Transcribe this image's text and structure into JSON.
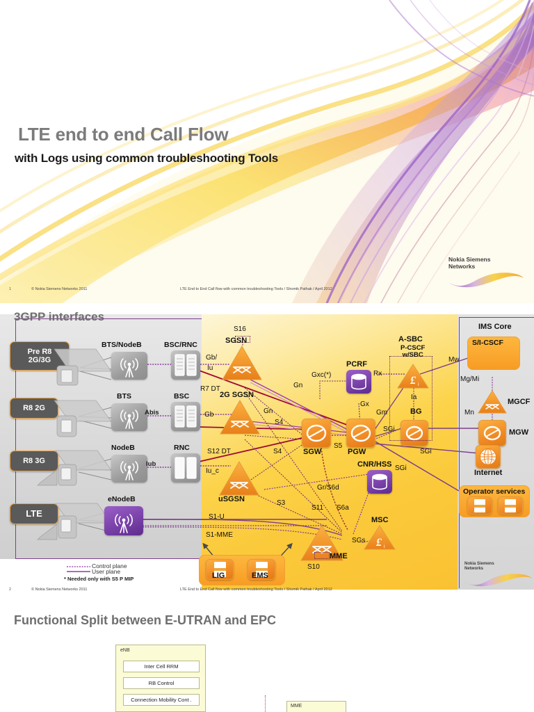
{
  "slide1": {
    "title": "LTE end to end Call Flow",
    "subtitle": "with Logs using common troubleshooting Tools",
    "logo": "Nokia Siemens\nNetworks",
    "footer": {
      "number": "1",
      "copyright": "© Nokia Siemens Networks 2011",
      "title": "LTE End to End Call flow with common troubleshooting Tools / Shomik Pathak / April 2012"
    }
  },
  "slide2": {
    "title": "3GPP interfaces",
    "logo": "Nokia Siemens\nNetworks",
    "footer": {
      "number": "2",
      "copyright": "© Nokia Siemens Networks 2011",
      "title": "LTE End to End Call flow with common troubleshooting Tools / Shomik Pathak / April 2012"
    },
    "tags": [
      {
        "id": "pre-r8",
        "label": "Pre R8\n2G/3G"
      },
      {
        "id": "r8-2g",
        "label": "R8 2G"
      },
      {
        "id": "r8-3g",
        "label": "R8 3G"
      },
      {
        "id": "lte",
        "label": "LTE"
      }
    ],
    "access_nodes": [
      {
        "id": "bts-nodeb",
        "label": "BTS/NodeB"
      },
      {
        "id": "bsc-rnc",
        "label": "BSC/RNC"
      },
      {
        "id": "bts",
        "label": "BTS"
      },
      {
        "id": "bsc",
        "label": "BSC"
      },
      {
        "id": "nodeb",
        "label": "NodeB"
      },
      {
        "id": "rnc",
        "label": "RNC"
      },
      {
        "id": "enodeb",
        "label": "eNodeB"
      }
    ],
    "core_nodes": [
      {
        "id": "sgsn",
        "label": "SGSN"
      },
      {
        "id": "2g-sgsn",
        "label": "2G SGSN"
      },
      {
        "id": "usgsn",
        "label": "uSGSN"
      },
      {
        "id": "sgw",
        "label": "SGW"
      },
      {
        "id": "pgw",
        "label": "PGW"
      },
      {
        "id": "mme",
        "label": "MME"
      },
      {
        "id": "pcrf",
        "label": "PCRF"
      },
      {
        "id": "cnr-hss",
        "label": "CNR/HSS"
      },
      {
        "id": "msc",
        "label": "MSC"
      },
      {
        "id": "a-sbc",
        "label": "A-SBC"
      },
      {
        "id": "p-cscf",
        "label": "P-CSCF\nw/SBC"
      },
      {
        "id": "bg",
        "label": "BG"
      },
      {
        "id": "lig",
        "label": "LIG"
      },
      {
        "id": "ems",
        "label": "EMS"
      }
    ],
    "ims": {
      "header": "IMS Core",
      "nodes": [
        {
          "id": "si-cscf",
          "label": "S/I-CSCF"
        },
        {
          "id": "mgcf",
          "label": "MGCF"
        },
        {
          "id": "mgw",
          "label": "MGW"
        },
        {
          "id": "internet",
          "label": "Internet"
        },
        {
          "id": "operator-services",
          "label": "Operator services"
        }
      ]
    },
    "interfaces": [
      "S16",
      "Gb/",
      "Iu",
      "R7 DT",
      "Gb",
      "Gn",
      "Gn",
      "S4",
      "S4",
      "S12 DT",
      "Iu_c",
      "S3",
      "S1-U",
      "S1-MME",
      "S10",
      "S11",
      "S6a",
      "Gr/S6d",
      "SGs",
      "S5",
      "Gx",
      "Gxc(*)",
      "Rx",
      "Gm",
      "SGi",
      "SGi",
      "SGi",
      "Ia",
      "Mw",
      "Mg/Mi",
      "Mn",
      "Abis",
      "Iub"
    ],
    "legend": {
      "control_plane": "Control plane",
      "user_plane": "User plane",
      "note": "* Needed only with S5 P MIP"
    }
  },
  "slide3": {
    "title": "Functional Split between E-UTRAN and EPC",
    "enb": {
      "header": "eNB",
      "items": [
        "Inter Cell RRM",
        "RB Control",
        "Connection Mobility Cont ."
      ]
    },
    "mme": {
      "header": "MME"
    }
  }
}
